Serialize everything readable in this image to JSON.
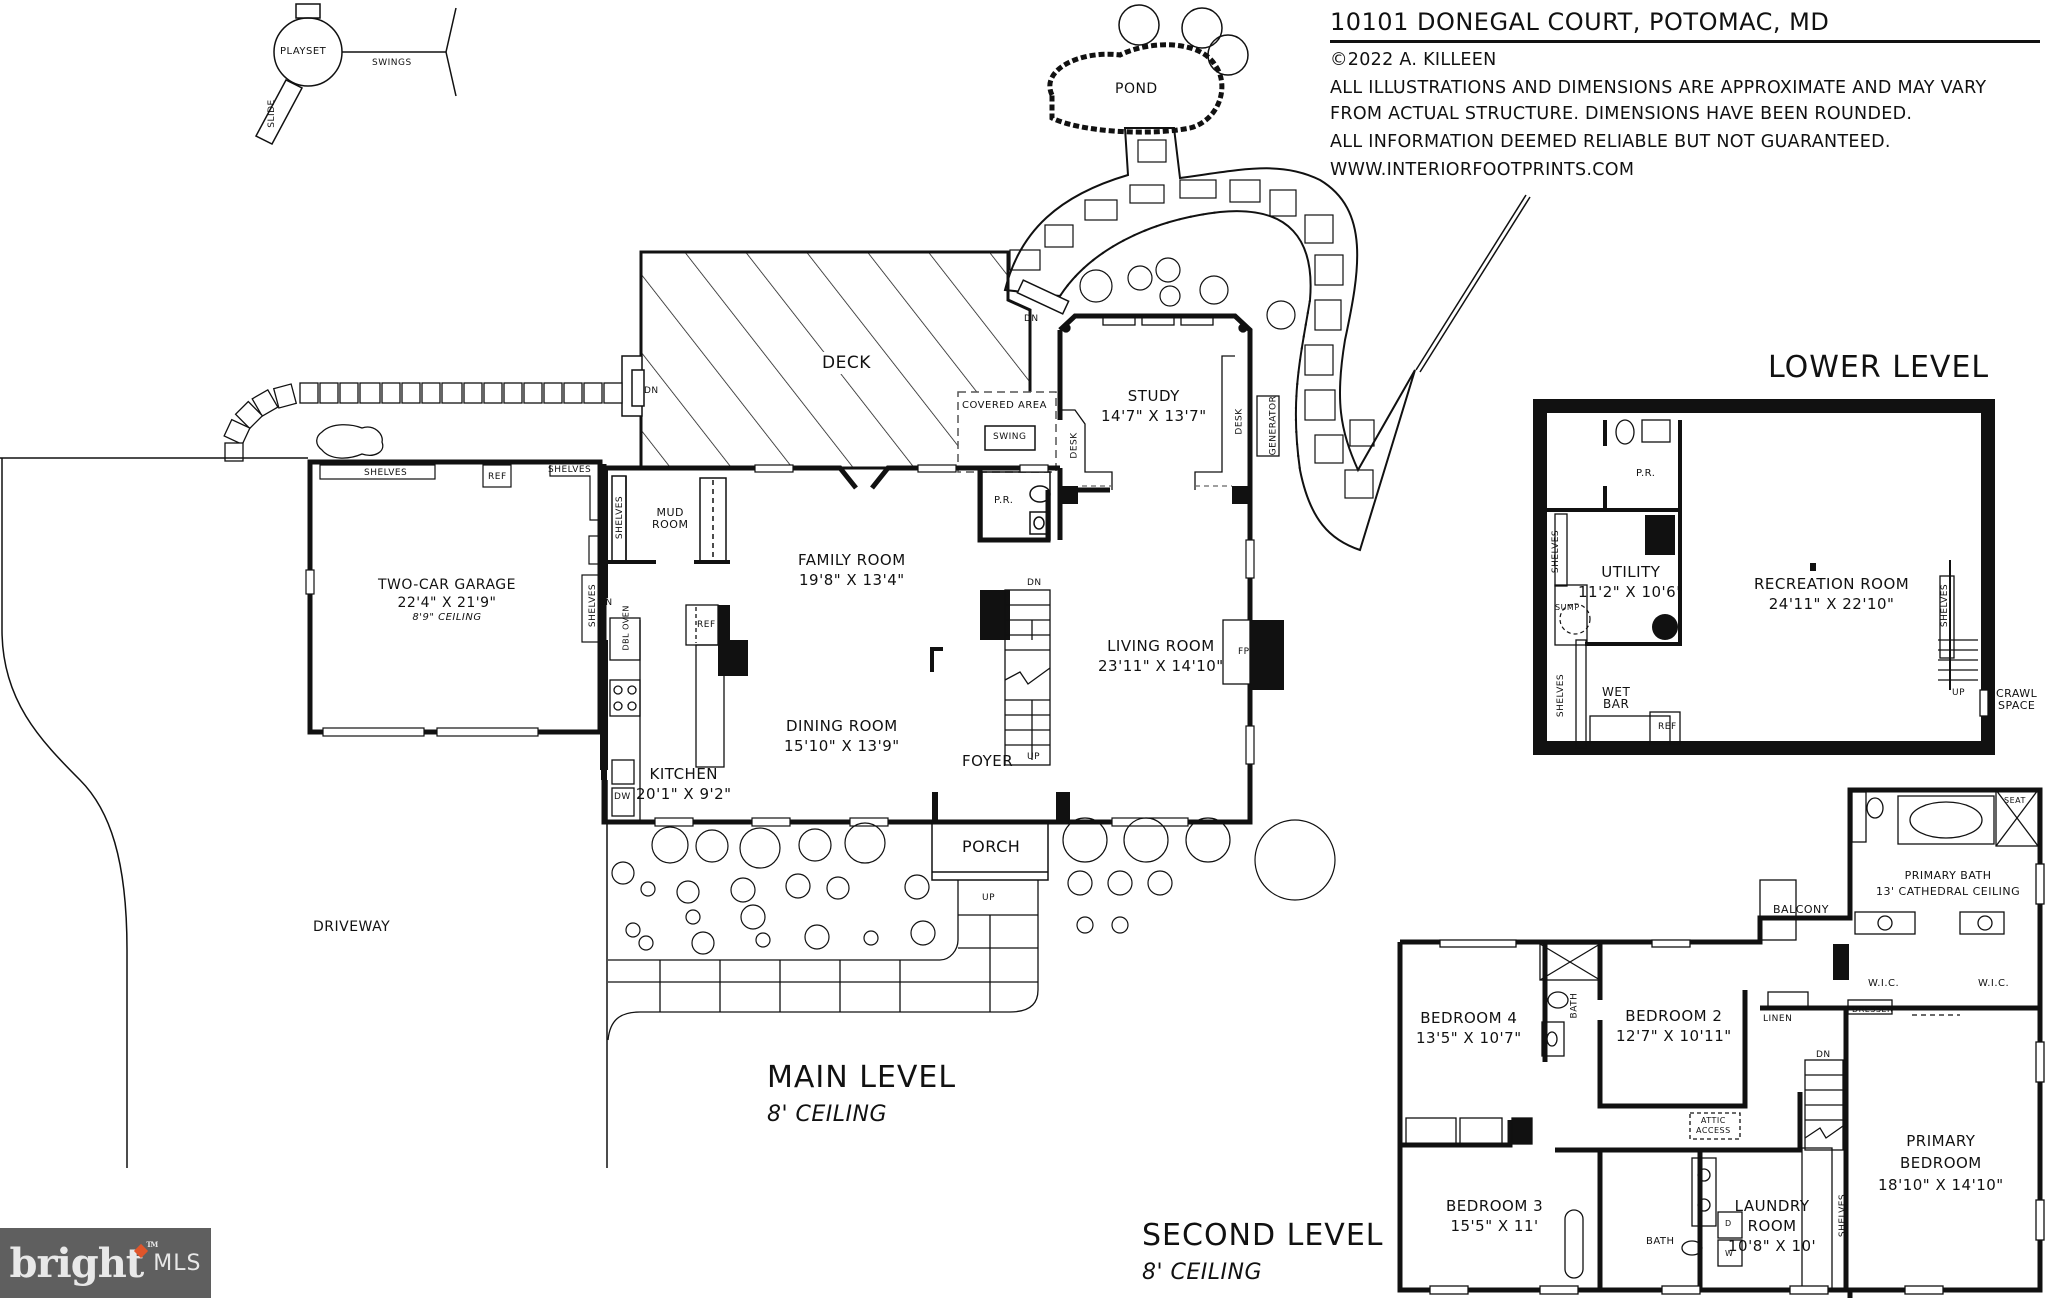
{
  "header": {
    "address": "10101 DONEGAL COURT, POTOMAC, MD",
    "copyright": "©2022 A. KILLEEN",
    "disclaimer_1": "ALL ILLUSTRATIONS AND DIMENSIONS ARE APPROXIMATE AND MAY VARY",
    "disclaimer_2": "FROM ACTUAL STRUCTURE. DIMENSIONS HAVE BEEN ROUNDED.",
    "disclaimer_3": "ALL INFORMATION DEEMED RELIABLE BUT NOT GUARANTEED.",
    "website": "WWW.INTERIORFOOTPRINTS.COM"
  },
  "site": {
    "playset": "PLAYSET",
    "slide": "SLIDE",
    "swings": "SWINGS",
    "pond": "POND",
    "deck": "DECK",
    "covered_area": "COVERED AREA",
    "swing": "SWING",
    "generator": "GENERATOR",
    "driveway": "DRIVEWAY",
    "porch": "PORCH",
    "dn": "DN",
    "up": "UP"
  },
  "main_level": {
    "title": "MAIN LEVEL",
    "ceiling": "8' CEILING",
    "rooms": {
      "garage": {
        "name": "TWO-CAR GARAGE",
        "dims": "22'4\" X 21'9\"",
        "note": "8'9\" CEILING"
      },
      "mud_room": {
        "name_1": "MUD",
        "name_2": "ROOM"
      },
      "family_room": {
        "name": "FAMILY ROOM",
        "dims": "19'8\" X 13'4\""
      },
      "dining_room": {
        "name": "DINING ROOM",
        "dims": "15'10\" X 13'9\""
      },
      "kitchen": {
        "name": "KITCHEN",
        "dims": "20'1\" X 9'2\""
      },
      "foyer": {
        "name": "FOYER"
      },
      "study": {
        "name": "STUDY",
        "dims": "14'7\" X 13'7\""
      },
      "living_room": {
        "name": "LIVING ROOM",
        "dims": "23'11\" X 14'10\""
      },
      "powder_room": {
        "name": "P.R."
      }
    },
    "fixtures": {
      "shelves": "SHELVES",
      "ref": "REF",
      "dbl_oven": "DBL OVEN",
      "dw": "DW",
      "desk": "DESK",
      "fp": "FP"
    }
  },
  "lower_level": {
    "title": "LOWER LEVEL",
    "rooms": {
      "powder_room": {
        "name": "P.R."
      },
      "utility": {
        "name": "UTILITY",
        "dims": "11'2\" X 10'6\""
      },
      "recreation_room": {
        "name": "RECREATION ROOM",
        "dims": "24'11\" X 22'10\""
      },
      "wet_bar": {
        "name_1": "WET",
        "name_2": "BAR"
      },
      "crawl_space": {
        "name_1": "CRAWL",
        "name_2": "SPACE"
      }
    },
    "fixtures": {
      "shelves": "SHELVES",
      "sump": "SUMP",
      "ref": "REF",
      "up": "UP"
    }
  },
  "second_level": {
    "title": "SECOND LEVEL",
    "ceiling": "8' CEILING",
    "rooms": {
      "bedroom_4": {
        "name": "BEDROOM 4",
        "dims": "13'5\" X 10'7\""
      },
      "bedroom_2": {
        "name": "BEDROOM 2",
        "dims": "12'7\" X 10'11\""
      },
      "bedroom_3": {
        "name": "BEDROOM 3",
        "dims": "15'5\" X 11'"
      },
      "laundry": {
        "name_1": "LAUNDRY",
        "name_2": "ROOM",
        "dims": "10'8\" X 10'"
      },
      "primary_bedroom": {
        "name_1": "PRIMARY",
        "name_2": "BEDROOM",
        "dims": "18'10\" X 14'10\""
      },
      "primary_bath": {
        "name": "PRIMARY BATH",
        "note": "13' CATHEDRAL CEILING"
      },
      "balcony": {
        "name": "BALCONY"
      },
      "wic": {
        "name": "W.I.C."
      },
      "bath": {
        "name": "BATH"
      }
    },
    "fixtures": {
      "linen": "LINEN",
      "dresser": "DRESSER",
      "seat": "SEAT",
      "attic_1": "ATTIC",
      "attic_2": "ACCESS",
      "shelves": "SHELVES",
      "d": "D",
      "w": "W",
      "dn": "DN"
    }
  },
  "logo": {
    "brand": "bright",
    "suffix": "MLS",
    "tm": "TM",
    "accent_color": "#e0552a",
    "bg_color": "#5f5f5f"
  }
}
